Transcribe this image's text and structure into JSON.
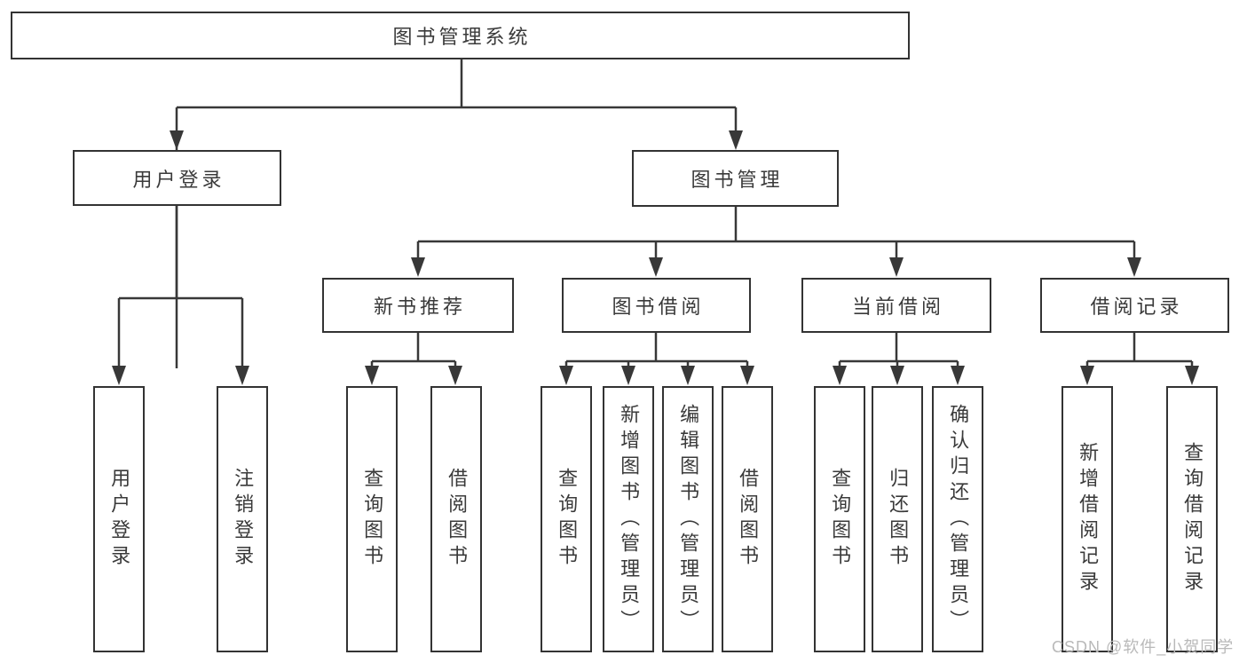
{
  "diagram_title": "图书管理系统",
  "tree": {
    "root": {
      "label": "图书管理系统"
    },
    "branches": [
      {
        "label": "用户登录",
        "children": [
          {
            "label": "用户登录"
          },
          {
            "label": "注销登录"
          }
        ]
      },
      {
        "label": "图书管理",
        "children": [
          {
            "label": "新书推荐",
            "children": [
              {
                "label": "查询图书"
              },
              {
                "label": "借阅图书"
              }
            ]
          },
          {
            "label": "图书借阅",
            "children": [
              {
                "label": "查询图书"
              },
              {
                "label": "新增图书（管理员）"
              },
              {
                "label": "编辑图书（管理员）"
              },
              {
                "label": "借阅图书"
              }
            ]
          },
          {
            "label": "当前借阅",
            "children": [
              {
                "label": "查询图书"
              },
              {
                "label": "归还图书"
              },
              {
                "label": "确认归还（管理员）"
              }
            ]
          },
          {
            "label": "借阅记录",
            "children": [
              {
                "label": "新增借阅记录"
              },
              {
                "label": "查询借阅记录"
              }
            ]
          }
        ]
      }
    ]
  },
  "watermark": {
    "text": "CSDN @软件_小贺同学"
  },
  "colors": {
    "line": "#383838",
    "box_border": "#333333",
    "text": "#3a3a3a",
    "watermark": "#b9b9b9",
    "background": "#ffffff"
  }
}
